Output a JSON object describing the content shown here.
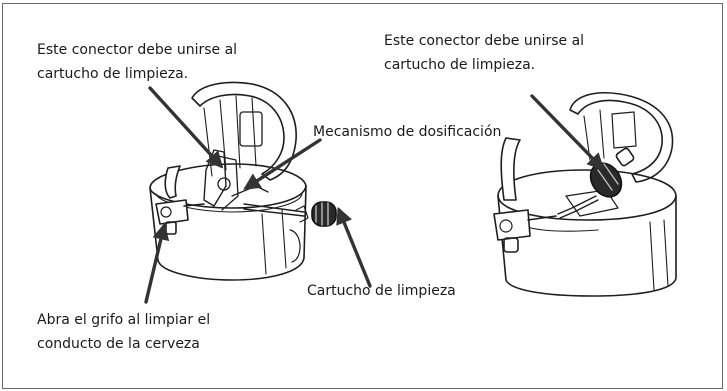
{
  "labels": {
    "connector_left_line1": "Este conector debe unirse al",
    "connector_left_line2": "cartucho de limpieza.",
    "connector_right_line1": "Este conector debe unirse al",
    "connector_right_line2": "cartucho de limpieza.",
    "dosing_mechanism": "Mecanismo de dosificación",
    "cleaning_cartridge": "Cartucho de limpieza",
    "tap_line1": "Abra el grifo al limpiar el",
    "tap_line2": "conducto de la cerveza"
  }
}
